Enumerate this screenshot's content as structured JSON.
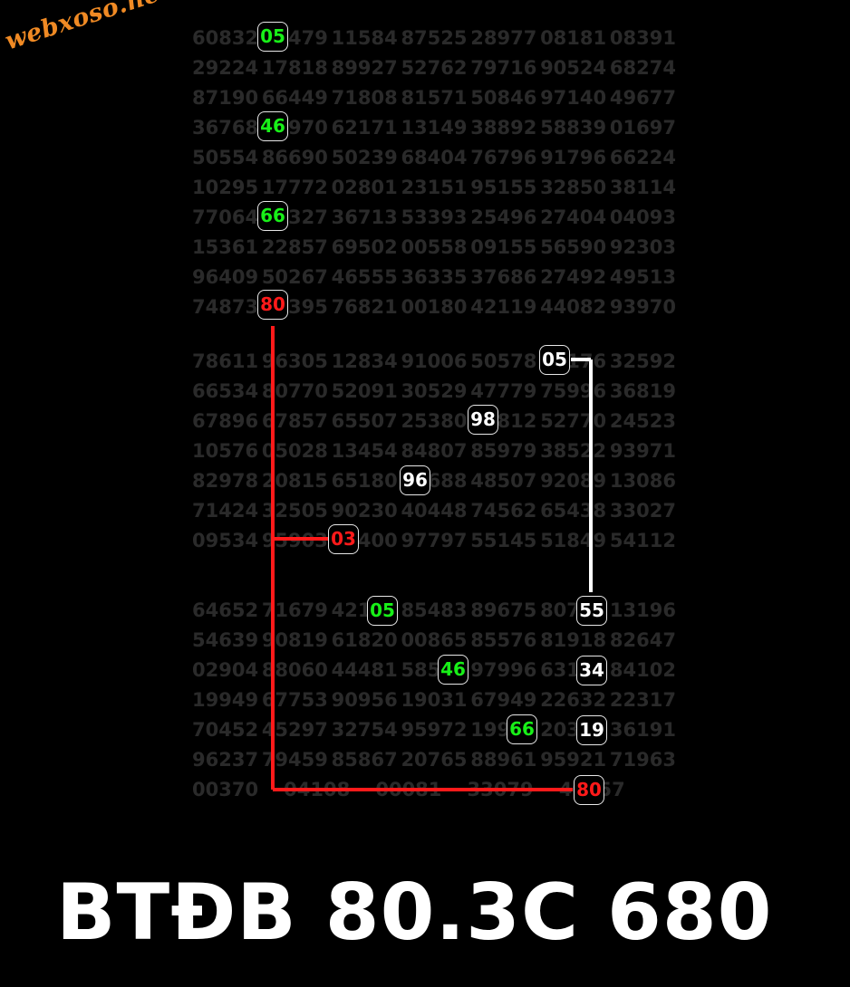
{
  "watermark": "webxoso.net",
  "grids": [
    {
      "id": "grid-1",
      "rows": [
        [
          "60832",
          "05479",
          "11584",
          "87525",
          "28977",
          "08181",
          "08391"
        ],
        [
          "29224",
          "17818",
          "89927",
          "52762",
          "79716",
          "90524",
          "68274"
        ],
        [
          "87190",
          "66449",
          "71808",
          "81571",
          "50846",
          "97140",
          "49677"
        ],
        [
          "36768",
          "46970",
          "62171",
          "13149",
          "38892",
          "58839",
          "01697"
        ],
        [
          "50554",
          "86690",
          "50239",
          "68404",
          "76796",
          "91796",
          "66224"
        ],
        [
          "10295",
          "17772",
          "02801",
          "23151",
          "95155",
          "32850",
          "38114"
        ],
        [
          "77064",
          "66327",
          "36713",
          "53393",
          "25496",
          "27404",
          "04093"
        ],
        [
          "15361",
          "22857",
          "69502",
          "00558",
          "09155",
          "56590",
          "92303"
        ],
        [
          "96409",
          "50267",
          "46555",
          "36335",
          "37686",
          "27492",
          "49513"
        ],
        [
          "74873",
          "80395",
          "76821",
          "00180",
          "42119",
          "44082",
          "93970"
        ]
      ]
    },
    {
      "id": "grid-2",
      "rows": [
        [
          "78611",
          "96305",
          "12834",
          "91006",
          "50578",
          "05176",
          "32592"
        ],
        [
          "66534",
          "80770",
          "52091",
          "30529",
          "47779",
          "75996",
          "36819"
        ],
        [
          "67896",
          "67857",
          "65507",
          "25380",
          "98812",
          "52770",
          "24523"
        ],
        [
          "10576",
          "05028",
          "13454",
          "84807",
          "85979",
          "38522",
          "93971"
        ],
        [
          "82978",
          "20815",
          "65180",
          "96688",
          "48507",
          "92089",
          "13086"
        ],
        [
          "71424",
          "32505",
          "90230",
          "40448",
          "74562",
          "65438",
          "33027"
        ],
        [
          "09534",
          "95903",
          "03400",
          "97797",
          "55145",
          "51849",
          "54112"
        ]
      ]
    },
    {
      "id": "grid-3",
      "rows": [
        [
          "64652",
          "71679",
          "42105",
          "85483",
          "89675",
          "80755",
          "13196"
        ],
        [
          "54639",
          "90819",
          "61820",
          "00865",
          "85576",
          "81918",
          "82647"
        ],
        [
          "02904",
          "88060",
          "44481",
          "58546",
          "97996",
          "63134",
          "84102"
        ],
        [
          "19949",
          "67753",
          "90956",
          "19031",
          "67949",
          "22632",
          "22317"
        ],
        [
          "70452",
          "45297",
          "32754",
          "95972",
          "19966",
          "20319",
          "36191"
        ],
        [
          "96237",
          "79459",
          "85867",
          "20765",
          "88961",
          "95921",
          "71963"
        ],
        [
          "00370",
          "04108",
          "00081",
          "33079",
          "40857",
          "",
          ""
        ]
      ]
    }
  ],
  "highlights": [
    {
      "id": "hl-05-top",
      "label": "05",
      "color": "#18f018"
    },
    {
      "id": "hl-46-top",
      "label": "46",
      "color": "#18f018"
    },
    {
      "id": "hl-66-top",
      "label": "66",
      "color": "#18f018"
    },
    {
      "id": "hl-80-top",
      "label": "80",
      "color": "#ff1a1a"
    },
    {
      "id": "hl-05-mid",
      "label": "05",
      "color": "#ffffff"
    },
    {
      "id": "hl-98-mid",
      "label": "98",
      "color": "#ffffff"
    },
    {
      "id": "hl-96-mid",
      "label": "96",
      "color": "#ffffff"
    },
    {
      "id": "hl-03-mid",
      "label": "03",
      "color": "#ff1a1a"
    },
    {
      "id": "hl-05-bot",
      "label": "05",
      "color": "#18f018"
    },
    {
      "id": "hl-55-bot",
      "label": "55",
      "color": "#ffffff"
    },
    {
      "id": "hl-46-bot",
      "label": "46",
      "color": "#18f018"
    },
    {
      "id": "hl-34-bot",
      "label": "34",
      "color": "#ffffff"
    },
    {
      "id": "hl-66-bot",
      "label": "66",
      "color": "#18f018"
    },
    {
      "id": "hl-19-bot",
      "label": "19",
      "color": "#ffffff"
    },
    {
      "id": "hl-80-bot",
      "label": "80",
      "color": "#ff1a1a"
    }
  ],
  "caption": "BTĐB 80.3C 680"
}
